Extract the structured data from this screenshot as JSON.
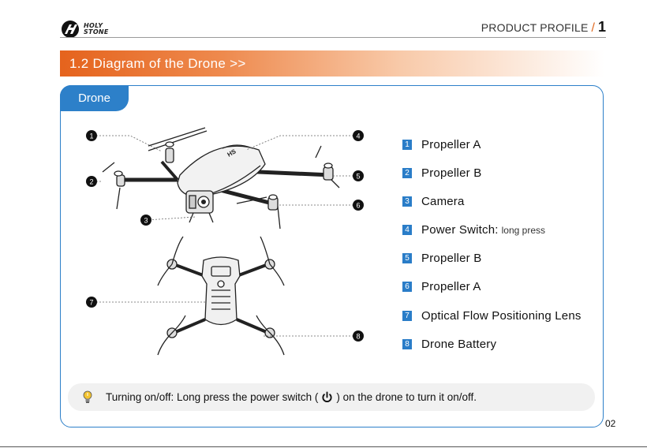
{
  "header": {
    "logo_text_top": "HOLY",
    "logo_text_bottom": "STONE",
    "section_label": "PRODUCT PROFILE",
    "section_slash": "/",
    "section_number": "1"
  },
  "title": "1.2  Diagram of the Drone  >>",
  "tab_label": "Drone",
  "callouts": [
    "1",
    "2",
    "3",
    "4",
    "5",
    "6",
    "7",
    "8"
  ],
  "parts": [
    {
      "num": "1",
      "label": "Propeller A",
      "sub": ""
    },
    {
      "num": "2",
      "label": "Propeller B",
      "sub": ""
    },
    {
      "num": "3",
      "label": "Camera",
      "sub": ""
    },
    {
      "num": "4",
      "label": "Power Switch:",
      "sub": "long press"
    },
    {
      "num": "5",
      "label": "Propeller B",
      "sub": ""
    },
    {
      "num": "6",
      "label": "Propeller A",
      "sub": ""
    },
    {
      "num": "7",
      "label": "Optical Flow Positioning Lens",
      "sub": ""
    },
    {
      "num": "8",
      "label": "Drone Battery",
      "sub": ""
    }
  ],
  "tip": {
    "before": "Turning on/off: Long press the power switch (",
    "after": ") on the drone to turn it on/off."
  },
  "page_number": "02",
  "colors": {
    "accent_orange": "#e5631d",
    "accent_blue": "#2d80c9"
  },
  "icons": {
    "bulb": "lightbulb-icon",
    "power": "power-icon",
    "logo": "holystone-logo-icon"
  }
}
